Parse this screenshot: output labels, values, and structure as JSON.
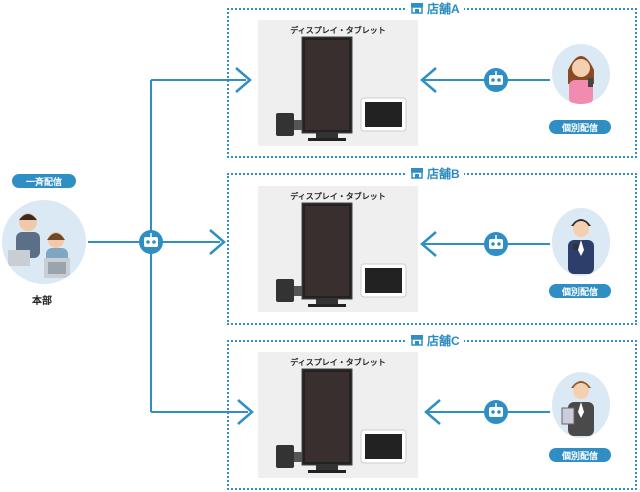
{
  "headquarters": {
    "badge": "一斉配信",
    "label": "本部"
  },
  "stores": [
    {
      "name": "店舗A",
      "panel_title": "ディスプレイ・タブレット",
      "badge": "個別配信"
    },
    {
      "name": "店舗B",
      "panel_title": "ディスプレイ・タブレット",
      "badge": "個別配信"
    },
    {
      "name": "店舗C",
      "panel_title": "ディスプレイ・タブレット",
      "badge": "個別配信"
    }
  ],
  "colors": {
    "accent": "#2f8fc4",
    "frame": "#2f8fc4",
    "panel": "#efefef",
    "avatar_bg": "#dbe9f5"
  },
  "icons": [
    "robot-icon",
    "store-icon",
    "display-icon",
    "tablet-icon",
    "media-player-icon",
    "arrow-icon"
  ]
}
